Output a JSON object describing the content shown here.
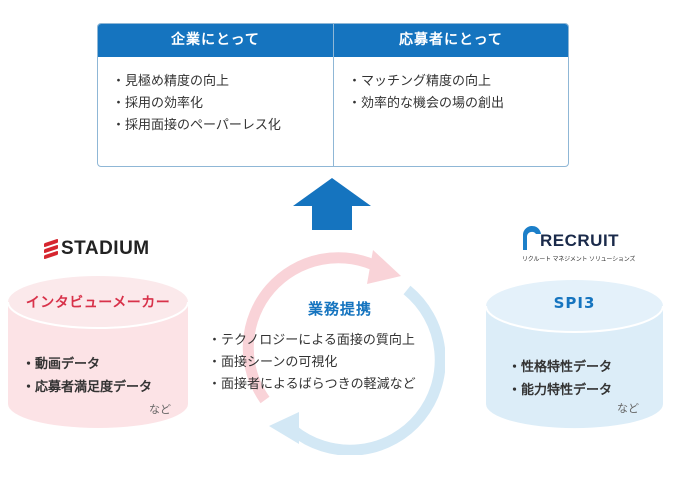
{
  "benefits": {
    "company": {
      "title": "企業にとって",
      "items": [
        "見極め精度の向上",
        "採用の効率化",
        "採用面接のペーパーレス化"
      ]
    },
    "applicant": {
      "title": "応募者にとって",
      "items": [
        "マッチング精度の向上",
        "効率的な機会の場の創出"
      ]
    }
  },
  "arrow": {
    "icon": "up-arrow-icon",
    "color": "#1574bf"
  },
  "partnership": {
    "title": "業務提携",
    "items": [
      "テクノロジーによる面接の質向上",
      "面接シーンの可視化",
      "面接者によるばらつきの軽減など"
    ],
    "cycle_colors": {
      "pink": "#f7c9cf",
      "blue": "#c9e3f3"
    }
  },
  "stadium": {
    "logo_text": "STADIUM",
    "product": "インタビューメーカー",
    "items": [
      "動画データ",
      "応募者満足度データ"
    ],
    "etc": "など",
    "accent": "#d6262f"
  },
  "recruit": {
    "logo_text": "RECRUIT",
    "logo_sub": "リクルート マネジメント ソリューションズ",
    "product": "SPI3",
    "items": [
      "性格特性データ",
      "能力特性データ"
    ],
    "etc": "など",
    "accent": "#1574bf"
  }
}
